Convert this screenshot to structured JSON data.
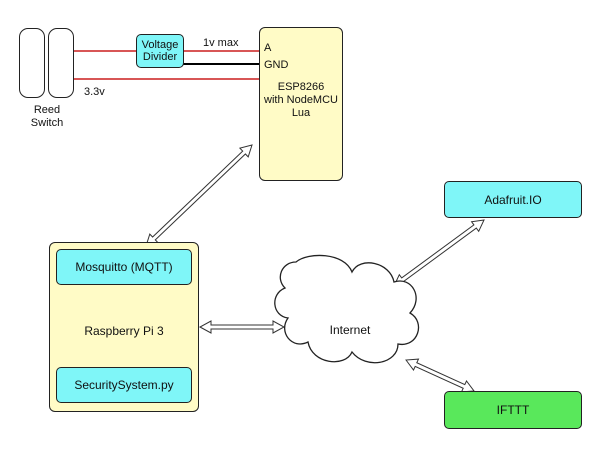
{
  "reed_switch": {
    "label_line1": "Reed",
    "label_line2": "Switch"
  },
  "voltage_divider": {
    "line1": "Voltage",
    "line2": "Divider"
  },
  "wire_labels": {
    "max": "1v max",
    "supply": "3.3v"
  },
  "esp": {
    "pin_a": "A",
    "pin_gnd": "GND",
    "line1": "ESP8266",
    "line2": "with NodeMCU",
    "line3": "Lua"
  },
  "pi": {
    "title": "Raspberry Pi 3",
    "mqtt": "Mosquitto (MQTT)",
    "script": "SecuritySystem.py"
  },
  "cloud": {
    "label": "Internet"
  },
  "adafruit": {
    "label": "Adafruit.IO"
  },
  "ifttt": {
    "label": "IFTTT"
  },
  "colors": {
    "wire_red": "#cc1f1f",
    "wire_black": "#000000",
    "cyan_box": "#7ff6f8",
    "cream_box": "#fffbc6",
    "green_box": "#59e85b"
  }
}
